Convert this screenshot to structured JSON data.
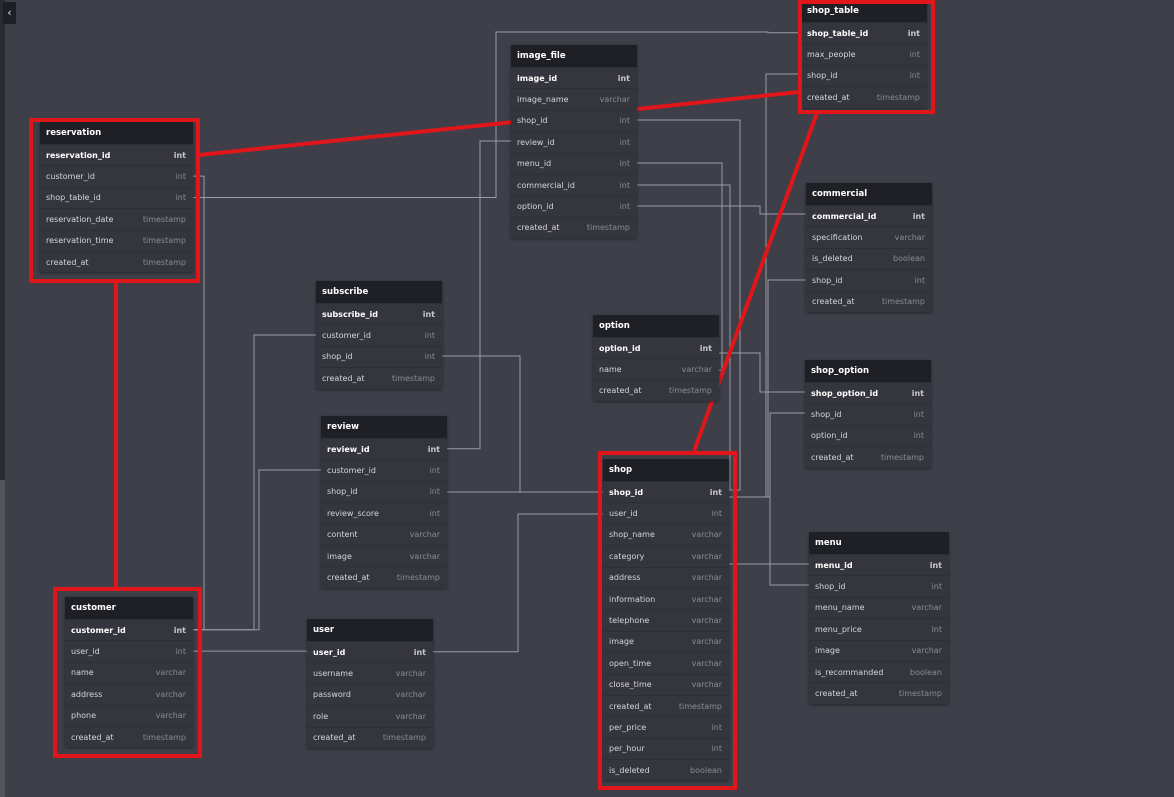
{
  "ui": {
    "collapse_icon": "chevron-left-icon",
    "collapse_glyph": "‹"
  },
  "colors": {
    "background": "#3e3f48",
    "header": "#1f2025",
    "body": "#34353d",
    "highlight": "#e0161b",
    "connector": "#9a9ba3"
  },
  "tables": [
    {
      "id": "shop_table",
      "name": "shop_table",
      "columns": [
        {
          "name": "shop_table_id",
          "type": "int",
          "pk": true
        },
        {
          "name": "max_people",
          "type": "int"
        },
        {
          "name": "shop_id",
          "type": "int"
        },
        {
          "name": "created_at",
          "type": "timestamp"
        }
      ]
    },
    {
      "id": "image_file",
      "name": "image_file",
      "columns": [
        {
          "name": "image_id",
          "type": "int",
          "pk": true
        },
        {
          "name": "image_name",
          "type": "varchar"
        },
        {
          "name": "shop_id",
          "type": "int"
        },
        {
          "name": "review_id",
          "type": "int"
        },
        {
          "name": "menu_id",
          "type": "int"
        },
        {
          "name": "commercial_id",
          "type": "int"
        },
        {
          "name": "option_id",
          "type": "int"
        },
        {
          "name": "created_at",
          "type": "timestamp"
        }
      ]
    },
    {
      "id": "reservation",
      "name": "reservation",
      "columns": [
        {
          "name": "reservation_id",
          "type": "int",
          "pk": true
        },
        {
          "name": "customer_id",
          "type": "int"
        },
        {
          "name": "shop_table_id",
          "type": "int"
        },
        {
          "name": "reservation_date",
          "type": "timestamp"
        },
        {
          "name": "reservation_time",
          "type": "timestamp"
        },
        {
          "name": "created_at",
          "type": "timestamp"
        }
      ]
    },
    {
      "id": "commercial",
      "name": "commercial",
      "columns": [
        {
          "name": "commercial_id",
          "type": "int",
          "pk": true
        },
        {
          "name": "specification",
          "type": "varchar"
        },
        {
          "name": "is_deleted",
          "type": "boolean"
        },
        {
          "name": "shop_id",
          "type": "int"
        },
        {
          "name": "created_at",
          "type": "timestamp"
        }
      ]
    },
    {
      "id": "subscribe",
      "name": "subscribe",
      "columns": [
        {
          "name": "subscribe_id",
          "type": "int",
          "pk": true
        },
        {
          "name": "customer_id",
          "type": "int"
        },
        {
          "name": "shop_id",
          "type": "int"
        },
        {
          "name": "created_at",
          "type": "timestamp"
        }
      ]
    },
    {
      "id": "option",
      "name": "option",
      "columns": [
        {
          "name": "option_id",
          "type": "int",
          "pk": true
        },
        {
          "name": "name",
          "type": "varchar"
        },
        {
          "name": "created_at",
          "type": "timestamp"
        }
      ]
    },
    {
      "id": "shop_option",
      "name": "shop_option",
      "columns": [
        {
          "name": "shop_option_id",
          "type": "int",
          "pk": true
        },
        {
          "name": "shop_id",
          "type": "int"
        },
        {
          "name": "option_id",
          "type": "int"
        },
        {
          "name": "created_at",
          "type": "timestamp"
        }
      ]
    },
    {
      "id": "review",
      "name": "review",
      "columns": [
        {
          "name": "review_id",
          "type": "int",
          "pk": true
        },
        {
          "name": "customer_id",
          "type": "int"
        },
        {
          "name": "shop_id",
          "type": "int"
        },
        {
          "name": "review_score",
          "type": "int"
        },
        {
          "name": "content",
          "type": "varchar"
        },
        {
          "name": "image",
          "type": "varchar"
        },
        {
          "name": "created_at",
          "type": "timestamp"
        }
      ]
    },
    {
      "id": "shop",
      "name": "shop",
      "columns": [
        {
          "name": "shop_id",
          "type": "int",
          "pk": true
        },
        {
          "name": "user_id",
          "type": "int"
        },
        {
          "name": "shop_name",
          "type": "varchar"
        },
        {
          "name": "category",
          "type": "varchar"
        },
        {
          "name": "address",
          "type": "varchar"
        },
        {
          "name": "information",
          "type": "varchar"
        },
        {
          "name": "telephone",
          "type": "varchar"
        },
        {
          "name": "image",
          "type": "varchar"
        },
        {
          "name": "open_time",
          "type": "varchar"
        },
        {
          "name": "close_time",
          "type": "varchar"
        },
        {
          "name": "created_at",
          "type": "timestamp"
        },
        {
          "name": "per_price",
          "type": "int"
        },
        {
          "name": "per_hour",
          "type": "int"
        },
        {
          "name": "is_deleted",
          "type": "boolean"
        }
      ]
    },
    {
      "id": "menu",
      "name": "menu",
      "columns": [
        {
          "name": "menu_id",
          "type": "int",
          "pk": true
        },
        {
          "name": "shop_id",
          "type": "int"
        },
        {
          "name": "menu_name",
          "type": "varchar"
        },
        {
          "name": "menu_price",
          "type": "int"
        },
        {
          "name": "image",
          "type": "varchar"
        },
        {
          "name": "is_recommanded",
          "type": "boolean"
        },
        {
          "name": "created_at",
          "type": "timestamp"
        }
      ]
    },
    {
      "id": "customer",
      "name": "customer",
      "columns": [
        {
          "name": "customer_id",
          "type": "int",
          "pk": true
        },
        {
          "name": "user_id",
          "type": "int"
        },
        {
          "name": "name",
          "type": "varchar"
        },
        {
          "name": "address",
          "type": "varchar"
        },
        {
          "name": "phone",
          "type": "varchar"
        },
        {
          "name": "created_at",
          "type": "timestamp"
        }
      ]
    },
    {
      "id": "user",
      "name": "user",
      "columns": [
        {
          "name": "user_id",
          "type": "int",
          "pk": true
        },
        {
          "name": "username",
          "type": "varchar"
        },
        {
          "name": "password",
          "type": "varchar"
        },
        {
          "name": "role",
          "type": "varchar"
        },
        {
          "name": "created_at",
          "type": "timestamp"
        }
      ]
    }
  ],
  "highlighted_tables": [
    "shop_table",
    "reservation",
    "customer",
    "shop"
  ]
}
